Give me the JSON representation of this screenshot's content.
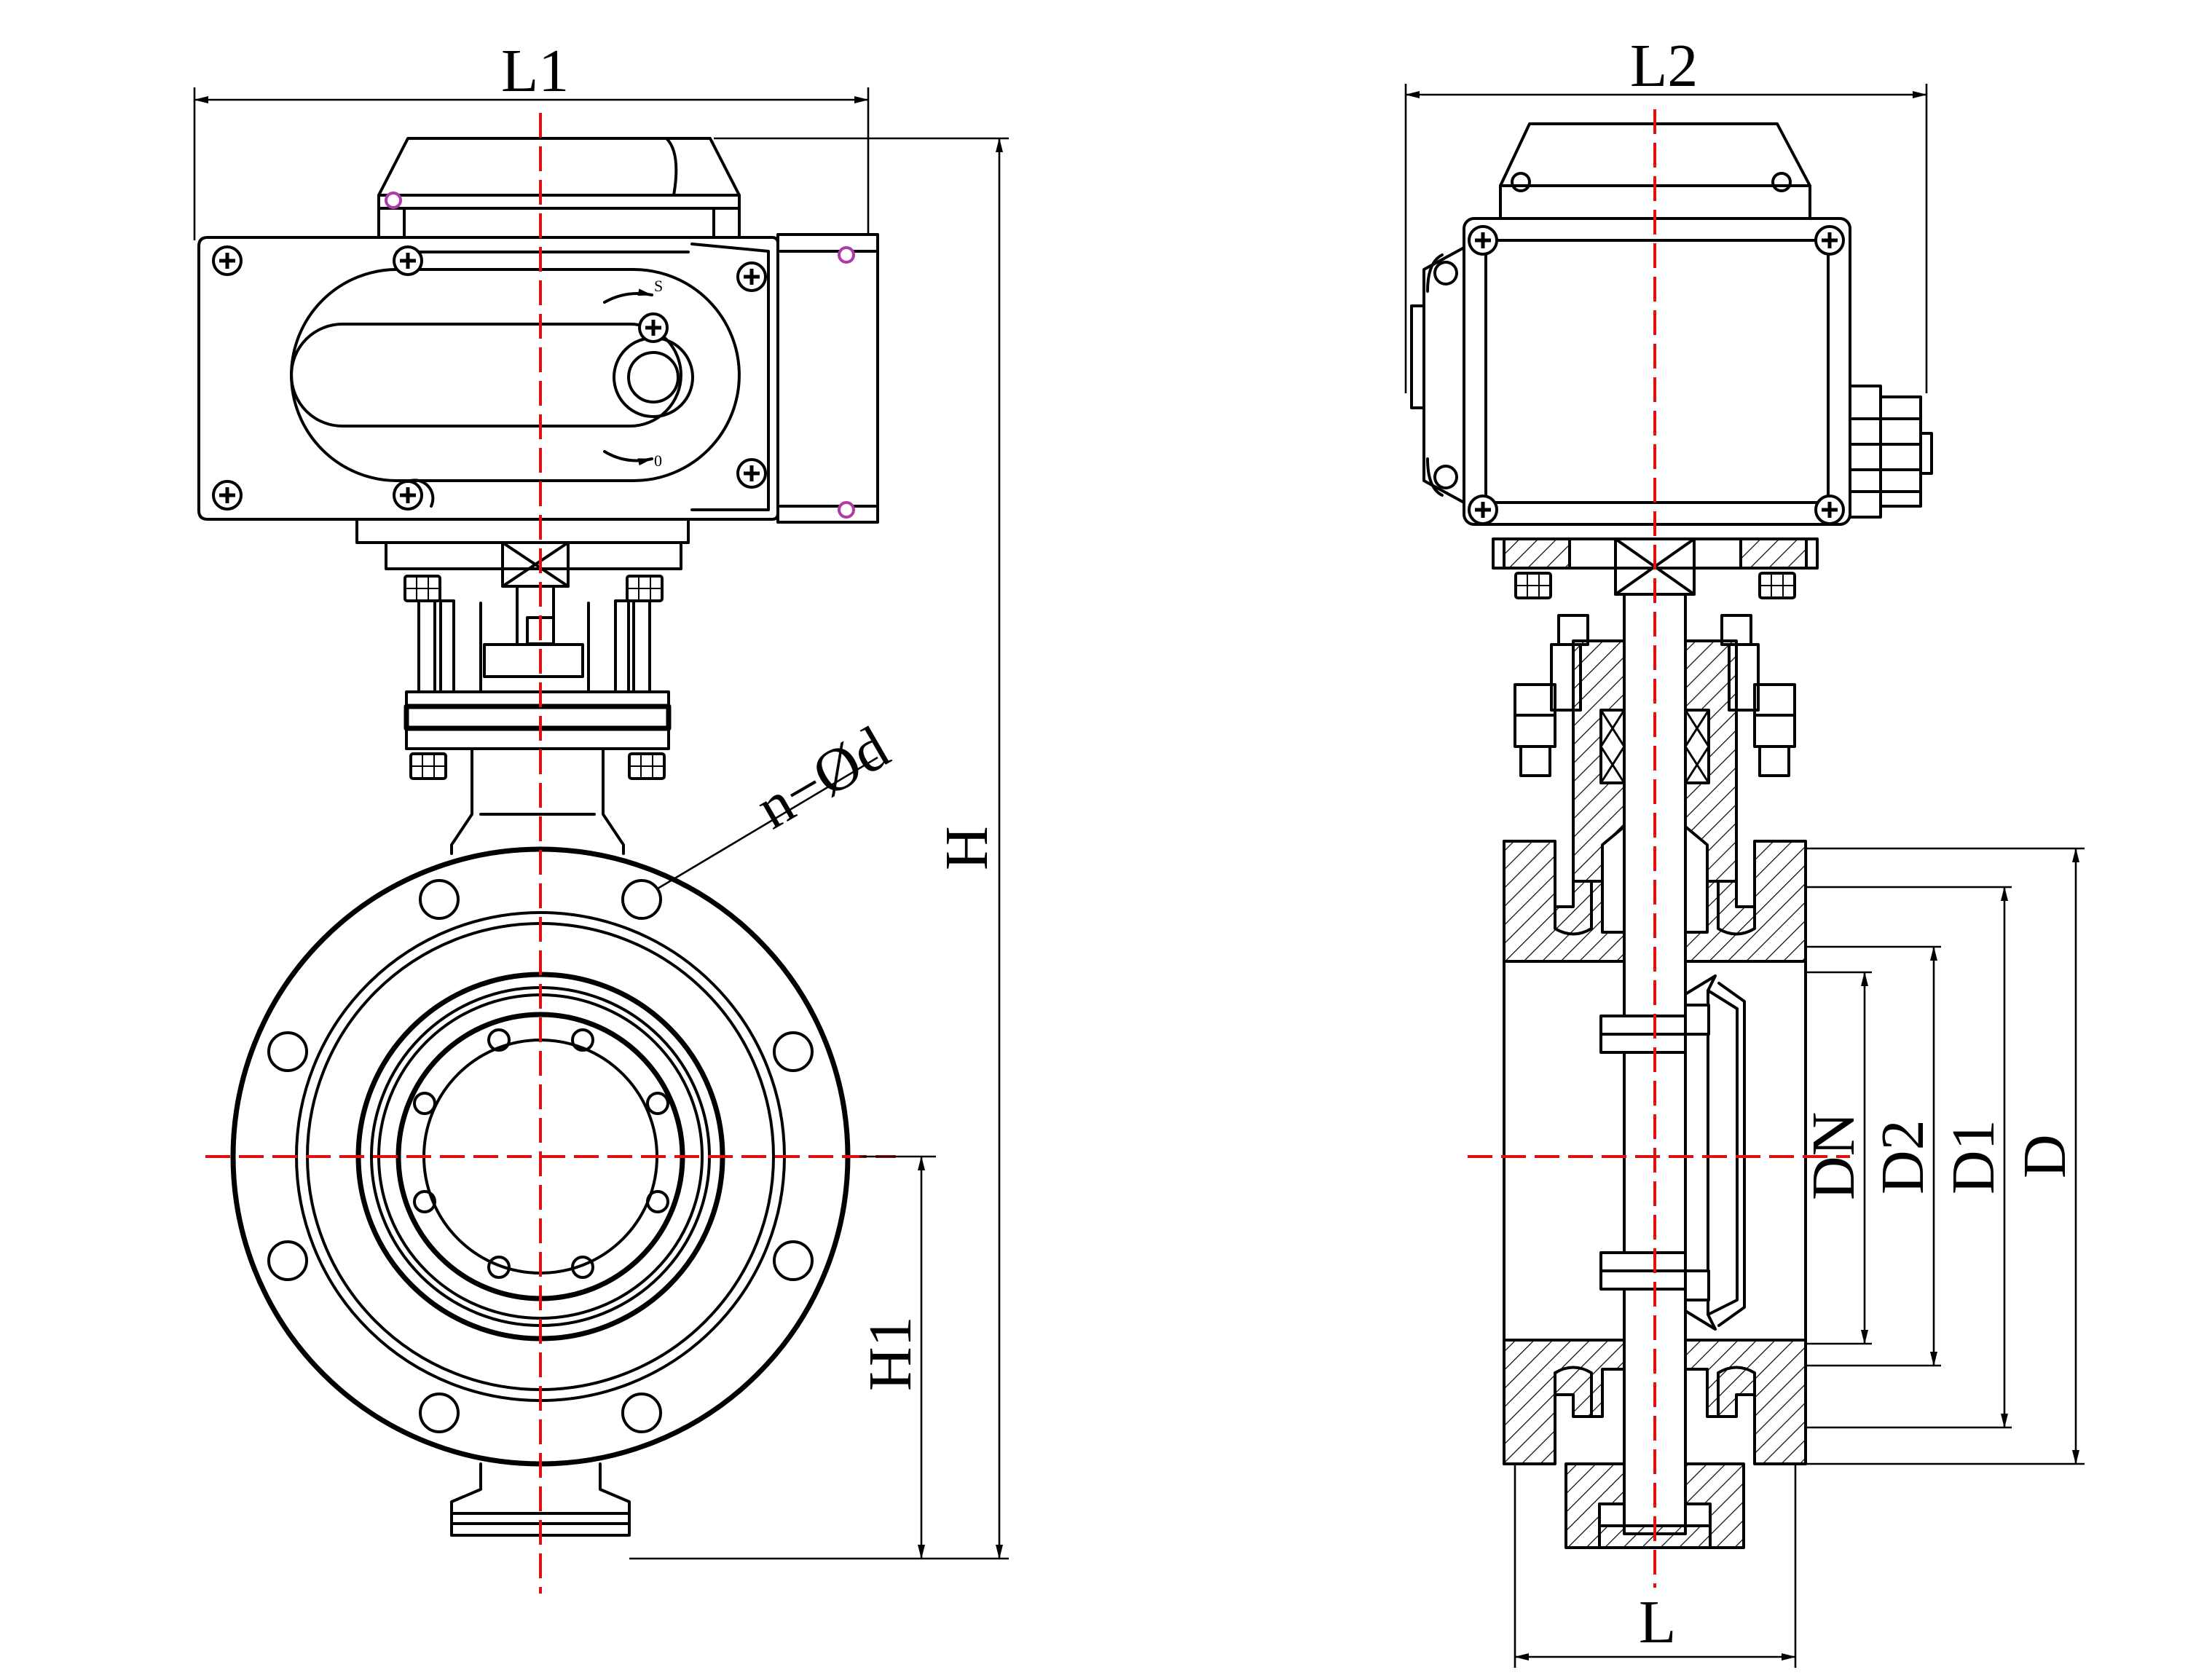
{
  "drawing": {
    "line_color": "#000000",
    "centerline_color": "#e01010",
    "accent_color": "#b03aa8",
    "views": {
      "front": {
        "name": "front-view"
      },
      "side": {
        "name": "side-section-view"
      }
    },
    "labels": {
      "L1": "L1",
      "L2": "L2",
      "H": "H",
      "H1": "H1",
      "L": "L",
      "DN": "DN",
      "D2": "D2",
      "D1": "D1",
      "D": "D",
      "n_d": "n−Ød",
      "open_mark": "S",
      "close_mark": "0"
    }
  }
}
